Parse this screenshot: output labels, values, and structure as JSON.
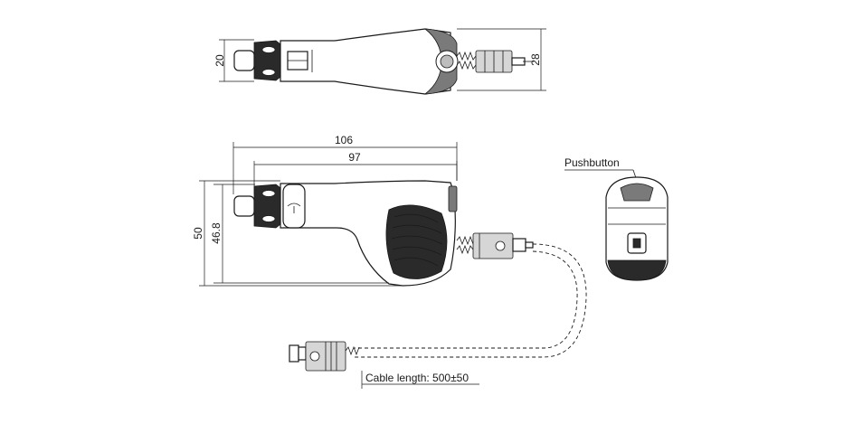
{
  "labels": {
    "top_height": "20",
    "top_cable_height": "28",
    "total_length": "106",
    "body_length": "97",
    "total_height": "50",
    "body_height": "46.8",
    "pushbutton": "Pushbutton",
    "cable_length": "Cable length: 500±50"
  }
}
